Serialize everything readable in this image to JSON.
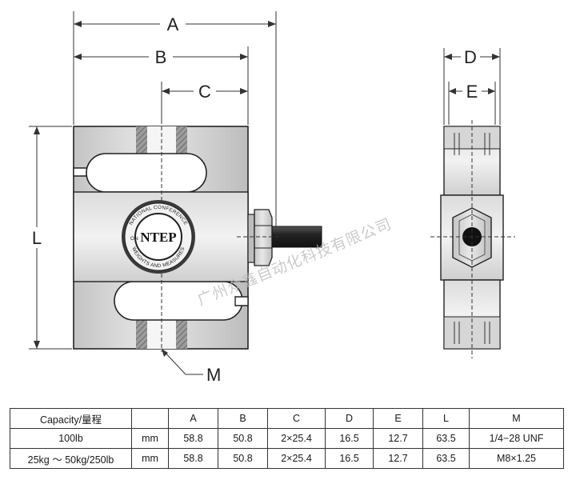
{
  "drawing": {
    "dim_labels": {
      "A": "A",
      "B": "B",
      "C": "C",
      "D": "D",
      "E": "E",
      "L": "L",
      "M": "M"
    },
    "seal": {
      "mark": "NTEP",
      "ring_top": "NATIONAL CONFERENCE",
      "ring_bottom": "WEIGHTS AND MEASURES",
      "ring_left": "ON"
    },
    "watermark": "广州众鑫自动化科技有限公司"
  },
  "table": {
    "header": [
      "Capacity/量程",
      "",
      "A",
      "B",
      "C",
      "D",
      "E",
      "L",
      "M"
    ],
    "rows": [
      [
        "100lb",
        "mm",
        "58.8",
        "50.8",
        "2×25.4",
        "16.5",
        "12.7",
        "63.5",
        "1/4−28 UNF"
      ],
      [
        "25kg ～ 50kg/250lb",
        "mm",
        "58.8",
        "50.8",
        "2×25.4",
        "16.5",
        "12.7",
        "63.5",
        "M8×1.25"
      ]
    ]
  }
}
